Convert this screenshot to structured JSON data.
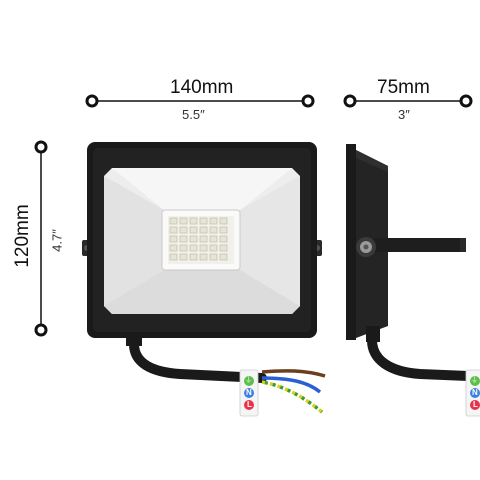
{
  "dimensions": {
    "width_mm": "140mm",
    "width_in": "5.5″",
    "depth_mm": "75mm",
    "depth_in": "3″",
    "height_mm": "120mm",
    "height_in": "4.7″"
  },
  "terminal_symbols": {
    "earth": "⏚",
    "neutral": "N",
    "live": "L"
  },
  "colors": {
    "housing": "#1a1a1a",
    "reflector": "#eeeeee",
    "led": "#f4f4ee",
    "wire_brown": "#6b3f1d",
    "wire_blue": "#2a5fd6",
    "wire_earth_yellow": "#d8d21b",
    "wire_earth_green": "#3c9c3a",
    "label_green": "#5bbf4a",
    "label_blue": "#3d7fe0",
    "label_red": "#e8334a"
  }
}
